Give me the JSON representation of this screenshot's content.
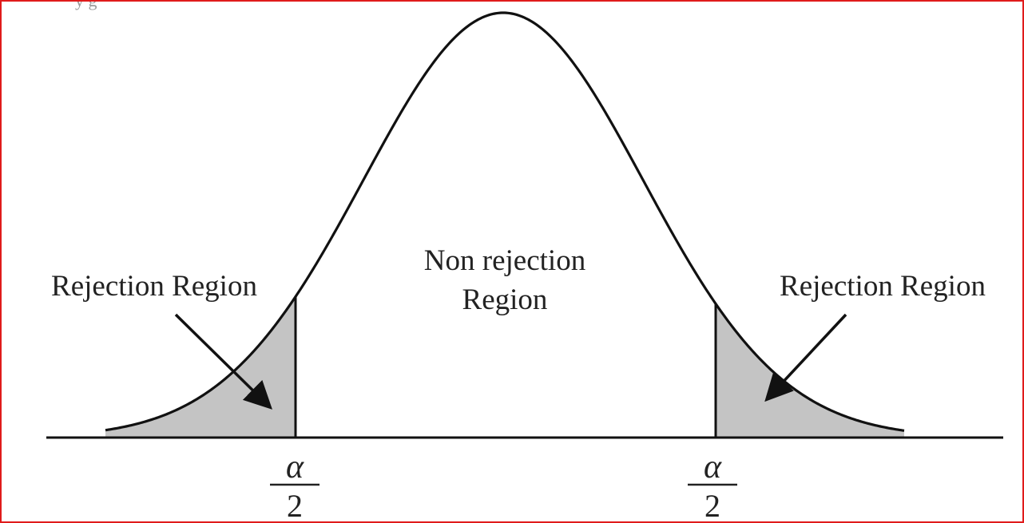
{
  "top_snippet": "y    g",
  "labels": {
    "left_rejection": "Rejection Region",
    "right_rejection": "Rejection Region",
    "center_line1": "Non rejection",
    "center_line2": "Region"
  },
  "critical_values": {
    "left": {
      "numerator": "α",
      "denominator": "2"
    },
    "right": {
      "numerator": "α",
      "denominator": "2"
    }
  },
  "colors": {
    "border": "#e01b1b",
    "curve": "#111111",
    "shade": "#c4c4c4"
  }
}
